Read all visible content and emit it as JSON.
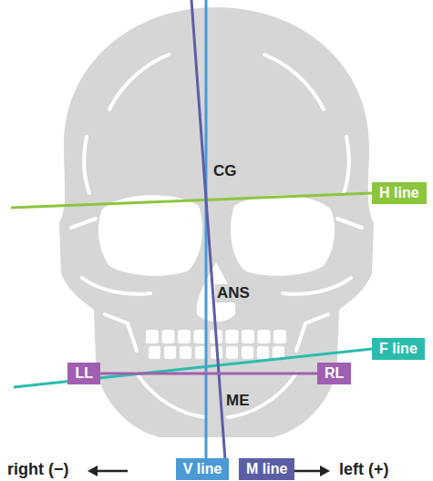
{
  "diagram": {
    "nodes": [
      {
        "text": [
          "H line"
        ]
      },
      {
        "text": [
          "F line"
        ]
      },
      {
        "text": [
          "LL"
        ]
      },
      {
        "text": [
          "RL"
        ]
      },
      {
        "text": [
          "V line"
        ]
      },
      {
        "text": [
          "M line"
        ]
      }
    ],
    "edges": [
      {
        "from": 2,
        "to": 3,
        "arrow": "none"
      }
    ],
    "labels": [
      "CG",
      "ANS",
      "ME",
      "right (−)",
      "left (+)"
    ]
  }
}
